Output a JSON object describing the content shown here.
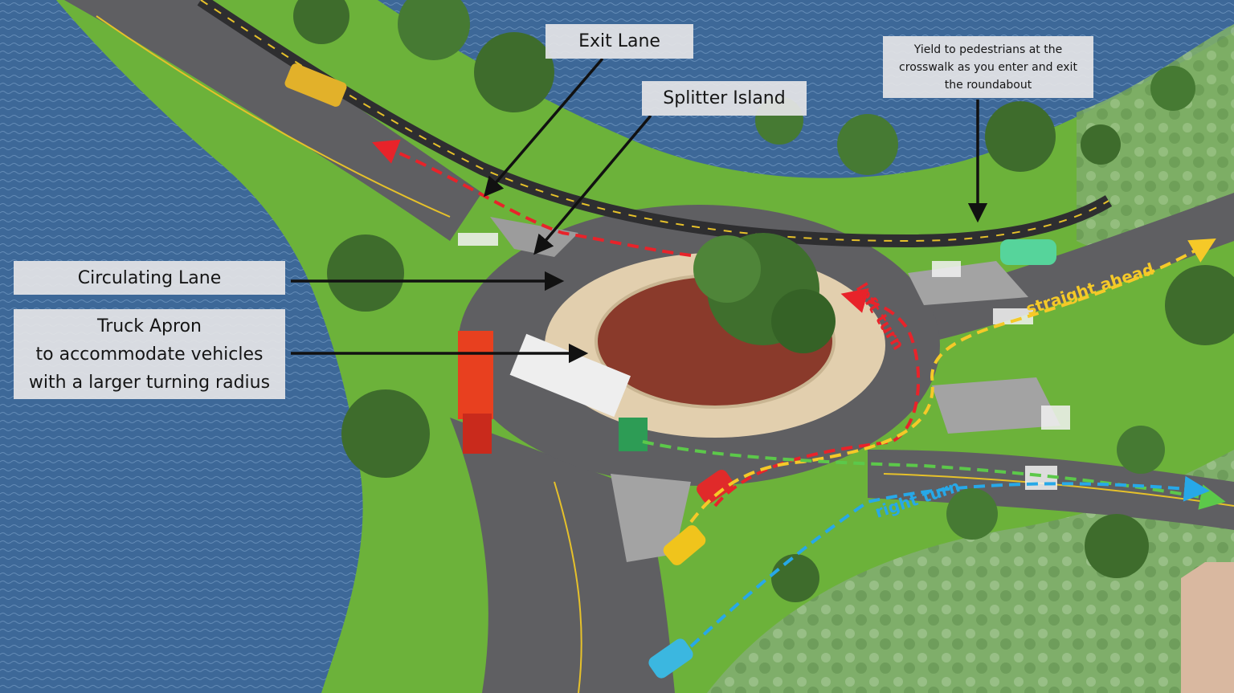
{
  "labels": {
    "exit_lane": "Exit Lane",
    "splitter_island": "Splitter Island",
    "yield_line1": "Yield to pedestrians at the",
    "yield_line2": "crosswalk as you enter and exit",
    "yield_line3": "the roundabout",
    "circulating_lane": "Circulating Lane",
    "truck_apron_line1": "Truck Apron",
    "truck_apron_line2": "to accommodate vehicles",
    "truck_apron_line3": "with a larger turning radius"
  },
  "routes": {
    "left_turn": "left turn",
    "straight_ahead": "straight ahead",
    "right_turn": "right turn"
  },
  "colors": {
    "water": "#3f6a9c",
    "grass": "#6cb23a",
    "road": "#5f5f62",
    "left_turn": "#e8232a",
    "straight_ahead": "#f5c928",
    "right_turn": "#27a8e8",
    "through": "#5cc84a",
    "apron": "#e2cfae",
    "center_island": "#8a3a2b"
  }
}
